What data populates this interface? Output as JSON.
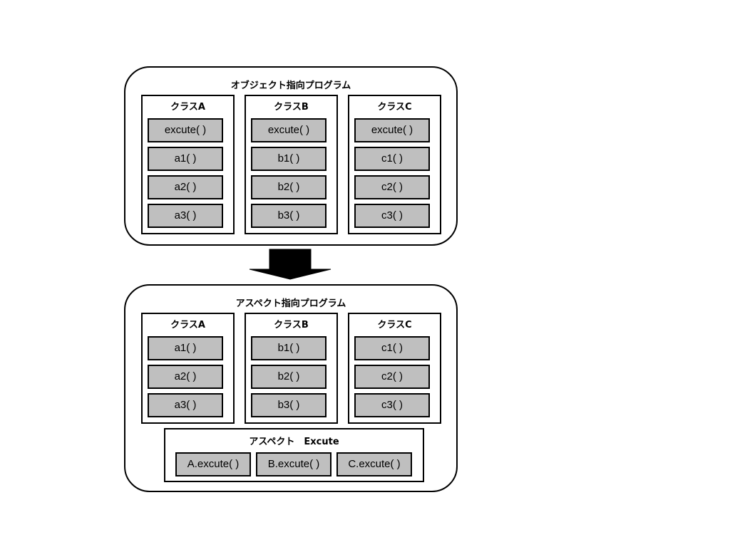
{
  "oop": {
    "title": "オブジェクト指向プログラム",
    "classes": [
      {
        "title": "クラスA",
        "methods": [
          "excute( )",
          "a1( )",
          "a2( )",
          "a3( )"
        ]
      },
      {
        "title": "クラスB",
        "methods": [
          "excute( )",
          "b1( )",
          "b2( )",
          "b3( )"
        ]
      },
      {
        "title": "クラスC",
        "methods": [
          "excute( )",
          "c1( )",
          "c2( )",
          "c3( )"
        ]
      }
    ]
  },
  "aop": {
    "title": "アスペクト指向プログラム",
    "classes": [
      {
        "title": "クラスA",
        "methods": [
          "a1( )",
          "a2( )",
          "a3( )"
        ]
      },
      {
        "title": "クラスB",
        "methods": [
          "b1( )",
          "b2( )",
          "b3( )"
        ]
      },
      {
        "title": "クラスC",
        "methods": [
          "c1( )",
          "c2( )",
          "c3( )"
        ]
      }
    ],
    "aspect": {
      "title": "アスペクト　Excute",
      "methods": [
        "A.excute( )",
        "B.excute( )",
        "C.excute( )"
      ]
    }
  },
  "colors": {
    "method_fill": "#bfbfbf",
    "stroke": "#000000",
    "background": "#ffffff"
  }
}
